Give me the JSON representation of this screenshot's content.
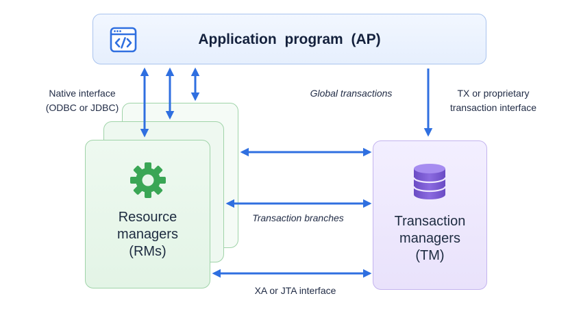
{
  "application_program": {
    "title": "Application program (AP)",
    "icon": "code-window-icon"
  },
  "resource_managers": {
    "title_lines": [
      "Resource",
      "managers",
      "(RMs)"
    ],
    "icon": "gear-icon"
  },
  "transaction_managers": {
    "title_lines": [
      "Transaction",
      "managers",
      "(TM)"
    ],
    "icon": "database-icon"
  },
  "labels": {
    "native_interface": [
      "Native interface",
      "(ODBC or JDBC)"
    ],
    "global_transactions": "Global transactions",
    "tx_interface": [
      "TX or proprietary",
      "transaction interface"
    ],
    "transaction_branches": "Transaction branches",
    "xa_interface": "XA or JTA interface"
  },
  "colors": {
    "arrow_blue": "#2f6fe0",
    "ap_border": "#a9c3ee",
    "rm_border": "#9fd3a8",
    "tm_border": "#c3b3ee",
    "gear_green": "#3aa655",
    "db_purple": "#7a5bd0"
  }
}
